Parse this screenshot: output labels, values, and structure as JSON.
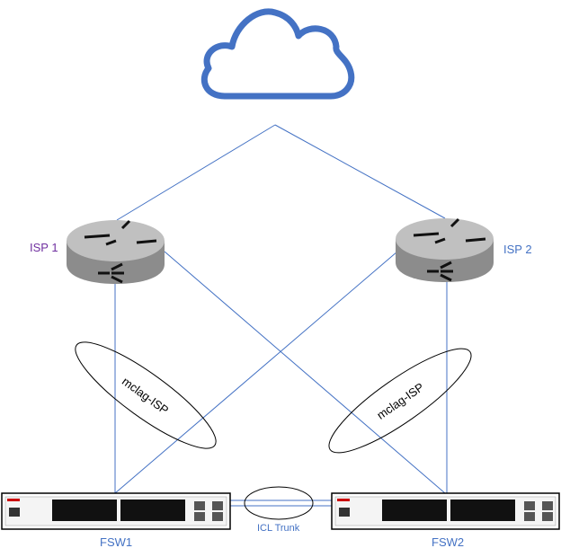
{
  "nodes": {
    "cloud": {
      "icon": "cloud-icon"
    },
    "isp1": {
      "label": "ISP 1",
      "icon": "router-icon"
    },
    "isp2": {
      "label": "ISP 2",
      "icon": "router-icon"
    },
    "fsw1": {
      "label": "FSW1",
      "icon": "switch-icon"
    },
    "fsw2": {
      "label": "FSW2",
      "icon": "switch-icon"
    }
  },
  "groups": {
    "mclag_left": "mclag-ISP",
    "mclag_right": "mclag-ISP",
    "icl": "ICL Trunk"
  },
  "colors": {
    "link": "#4472c4",
    "cloud": "#4472c4",
    "isp1_label": "#7030a0",
    "label": "#4472c4"
  }
}
